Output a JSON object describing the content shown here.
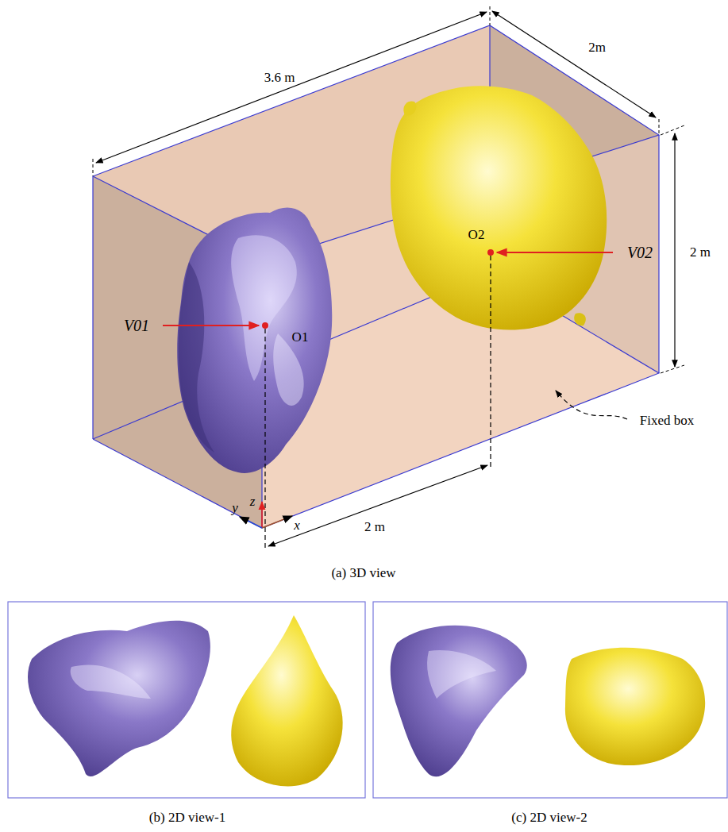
{
  "diagram": {
    "labels": [
      "3.6 m",
      "2m",
      "2 m",
      "V01",
      "O1",
      "V02",
      "O2",
      "2 m",
      "Fixed box",
      "z",
      "y",
      "x",
      "(a) 3D view",
      "(b) 2D view-1",
      "(c) 2D view-2"
    ]
  }
}
